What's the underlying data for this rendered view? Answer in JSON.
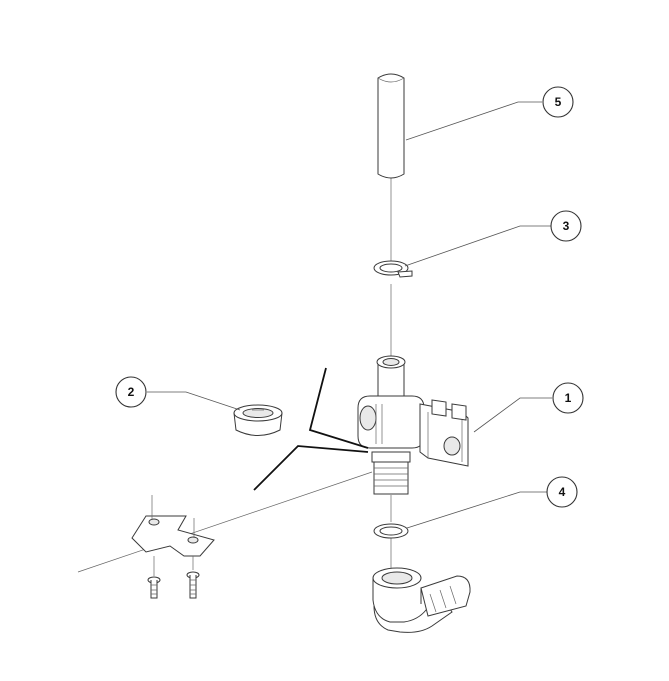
{
  "callouts": [
    {
      "id": "1",
      "label": "1"
    },
    {
      "id": "2",
      "label": "2"
    },
    {
      "id": "3",
      "label": "3"
    },
    {
      "id": "4",
      "label": "4"
    },
    {
      "id": "5",
      "label": "5"
    }
  ],
  "colors": {
    "line": "#3a3a3a",
    "shade": "#e9e9e9",
    "background": "#ffffff"
  }
}
